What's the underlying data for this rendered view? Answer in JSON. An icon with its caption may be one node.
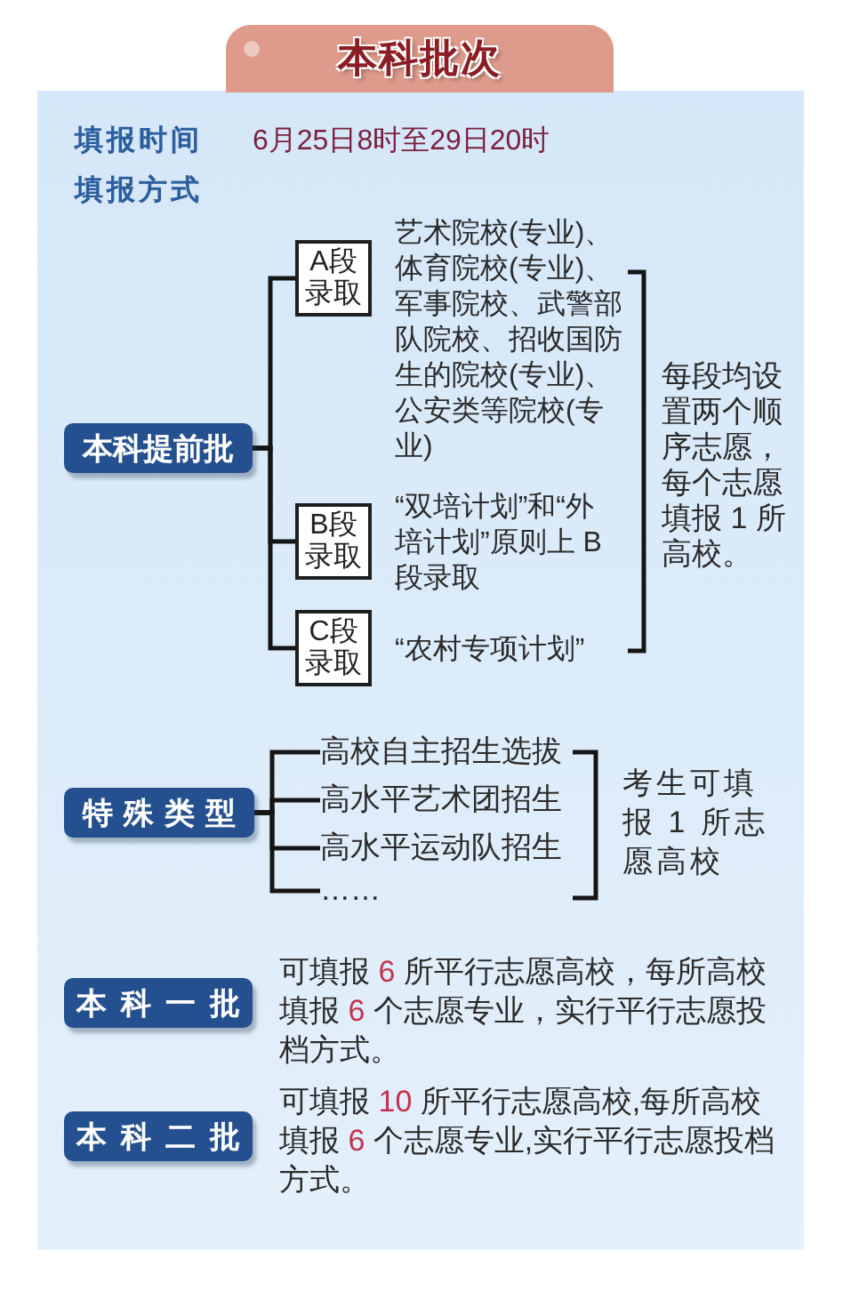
{
  "diagram": {
    "title": "本科批次",
    "nodes": [
      {
        "text": [
          "本科提前批"
        ]
      },
      {
        "text": [
          "A段录取"
        ],
        "beside": [
          "艺术院校(专业)、体育院校(专业)、军事院校、武警部队院校、招收国防生的院校(专业)、公安类等院校(专业)"
        ]
      },
      {
        "text": [
          "B段录取"
        ],
        "beside": [
          "“双培计划”和“外培计划”原则上 B 段录取"
        ]
      },
      {
        "text": [
          "C段录取"
        ],
        "beside": [
          "“农村专项计划”"
        ]
      },
      {
        "text": [
          "特殊类型"
        ]
      },
      {
        "text": [
          "高校自主招生选拔"
        ]
      },
      {
        "text": [
          "高水平艺术团招生"
        ]
      },
      {
        "text": [
          "高水平运动队招生"
        ]
      },
      {
        "text": [
          "……"
        ]
      },
      {
        "text": [
          "本科一批"
        ],
        "beside": [
          "可填报 6 所平行志愿高校，每所高校填报 6 个志愿专业，实行平行志愿投档方式。"
        ]
      },
      {
        "text": [
          "本科二批"
        ],
        "beside": [
          "可填报 10 所平行志愿高校,每所高校填报 6 个志愿专业,实行平行志愿投档方式。"
        ]
      }
    ],
    "edges": [
      {
        "from": 0,
        "to": 1,
        "arrow": "none"
      },
      {
        "from": 0,
        "to": 2,
        "arrow": "none"
      },
      {
        "from": 0,
        "to": 3,
        "arrow": "none"
      },
      {
        "from": 4,
        "to": 5,
        "arrow": "none"
      },
      {
        "from": 4,
        "to": 6,
        "arrow": "none"
      },
      {
        "from": 4,
        "to": 7,
        "arrow": "none"
      },
      {
        "from": 4,
        "to": 8,
        "arrow": "none"
      }
    ],
    "labels": [
      "填报时间",
      "6月25日8时至29日20时",
      "填报方式",
      "每段均设置两个顺序志愿，每个志愿填报 1 所高校。",
      "考生可填报 1 所志愿高校"
    ]
  }
}
